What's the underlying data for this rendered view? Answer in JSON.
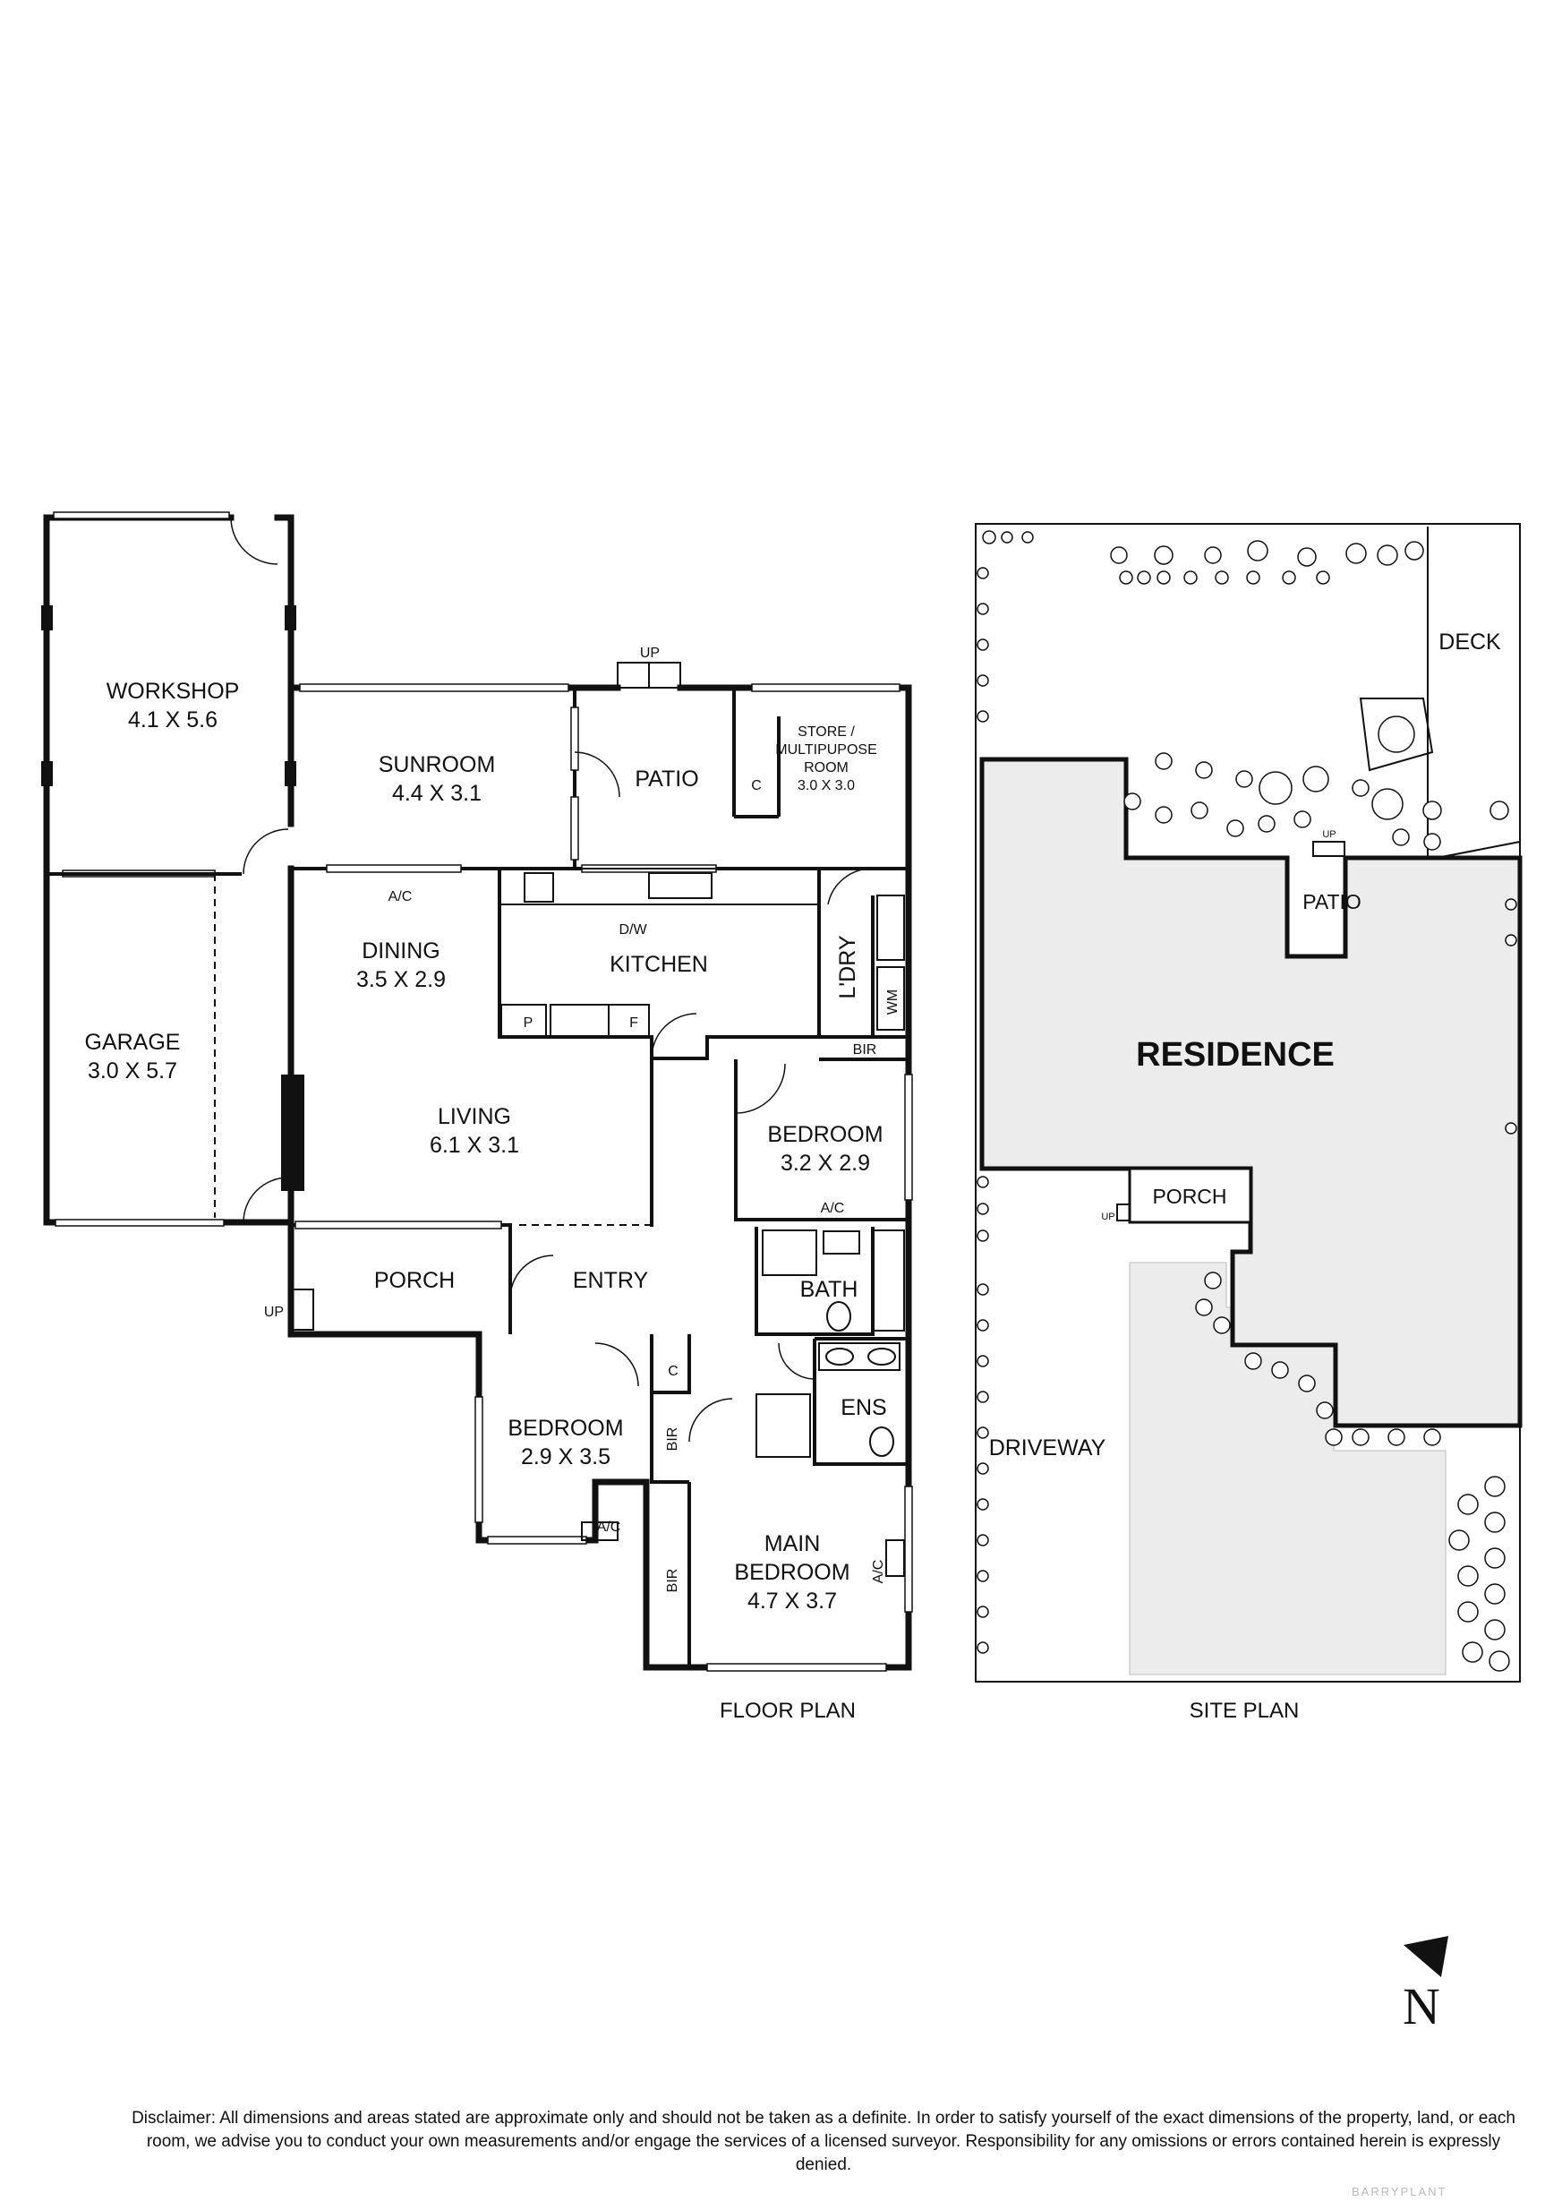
{
  "floor_plan": {
    "caption": "FLOOR PLAN",
    "rooms": {
      "workshop": {
        "name": "WORKSHOP",
        "dims": "4.1 X 5.6"
      },
      "garage": {
        "name": "GARAGE",
        "dims": "3.0 X 5.7"
      },
      "sunroom": {
        "name": "SUNROOM",
        "dims": "4.4 X 3.1"
      },
      "patio": {
        "name": "PATIO"
      },
      "store": {
        "name_line1": "STORE /",
        "name_line2": "MULTIPUPOSE",
        "name_line3": "ROOM",
        "dims": "3.0 X 3.0"
      },
      "dining": {
        "name": "DINING",
        "dims": "3.5 X 2.9"
      },
      "kitchen": {
        "name": "KITCHEN"
      },
      "laundry": {
        "name": "L'DRY"
      },
      "living": {
        "name": "LIVING",
        "dims": "6.1 X 3.1"
      },
      "bedroom_east": {
        "name": "BEDROOM",
        "dims": "3.2 X 2.9"
      },
      "porch": {
        "name": "PORCH"
      },
      "entry": {
        "name": "ENTRY"
      },
      "bath": {
        "name": "BATH"
      },
      "ens": {
        "name": "ENS"
      },
      "bedroom_west": {
        "name": "BEDROOM",
        "dims": "2.9 X 3.5"
      },
      "main_bedroom": {
        "name_line1": "MAIN",
        "name_line2": "BEDROOM",
        "dims": "4.7 X 3.7"
      }
    },
    "fixtures": {
      "ac": "A/C",
      "dw": "D/W",
      "pantry": "P",
      "fridge": "F",
      "cupboard": "C",
      "wm": "WM",
      "bir": "BIR",
      "up": "UP"
    }
  },
  "site_plan": {
    "caption": "SITE PLAN",
    "labels": {
      "deck": "DECK",
      "patio": "PATIO",
      "residence": "RESIDENCE",
      "porch": "PORCH",
      "driveway": "DRIVEWAY",
      "up": "UP"
    }
  },
  "north_label": "N",
  "disclaimer": "Disclaimer: All dimensions and areas stated are approximate only and should not be taken as a definite. In order to satisfy yourself of the exact dimensions of the property, land, or each room, we advise you to conduct your own measurements and/or engage the services of a licensed surveyor. Responsibility for any omissions or errors contained herein is expressly denied.",
  "brand": "BARRYPLANT"
}
